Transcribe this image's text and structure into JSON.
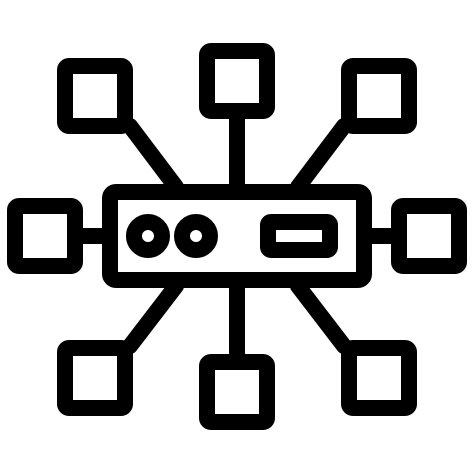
{
  "icon": {
    "name": "network-hub-icon",
    "stroke_color": "#000000",
    "background_color": "#ffffff",
    "nodes": [
      "node-top-left",
      "node-top-center",
      "node-top-right",
      "node-middle-left",
      "node-middle-right",
      "node-bottom-left",
      "node-bottom-center",
      "node-bottom-right"
    ],
    "hub": {
      "ports": [
        "port-circle-left",
        "port-circle-right",
        "port-slot"
      ]
    }
  }
}
